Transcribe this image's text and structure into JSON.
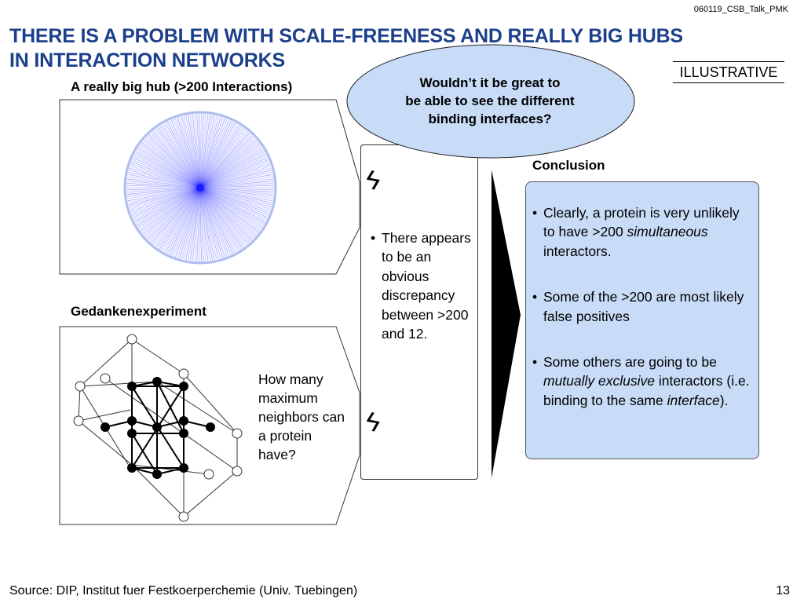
{
  "doc_id": "060119_CSB_Talk_PMK",
  "title_line1": "THERE IS A PROBLEM WITH SCALE-FREENESS AND REALLY BIG HUBS",
  "title_line2": "IN INTERACTION NETWORKS",
  "illustrative": "ILLUSTRATIVE",
  "hub_label": "A really big hub (>200 Interactions)",
  "gedanken_label": "Gedankenexperiment",
  "callout": {
    "line1": "Wouldn’t it be great to",
    "line2": "be able to see the different",
    "line3": "binding interfaces?"
  },
  "lightning_glyph": "ϟ",
  "discrepancy_text": "There appears to be an obvious discrepancy between >200 and 12.",
  "howmany_text": "How many maximum neighbors can a protein have?",
  "conclusion": {
    "heading": "Conclusion",
    "b1_pre": "Clearly, a protein is very unlikely to have >200 ",
    "b1_em": "simultaneous",
    "b1_post": " interactors.",
    "b2": "Some of the >200 are most likely false positives",
    "b3_pre": "Some others are going to be ",
    "b3_em": "mutually exclusive",
    "b3_mid": " interactors (i.e. binding to the same ",
    "b3_em2": "interface",
    "b3_post": ")."
  },
  "source": "Source: DIP, Institut fuer Festkoerperchemie (Univ. Tuebingen)",
  "page_number": "13",
  "colors": {
    "title": "#1b3f8b",
    "callout_fill": "#c8dcf7",
    "hub_blue": "#1a1aff",
    "hub_ring": "#aebcf0"
  }
}
